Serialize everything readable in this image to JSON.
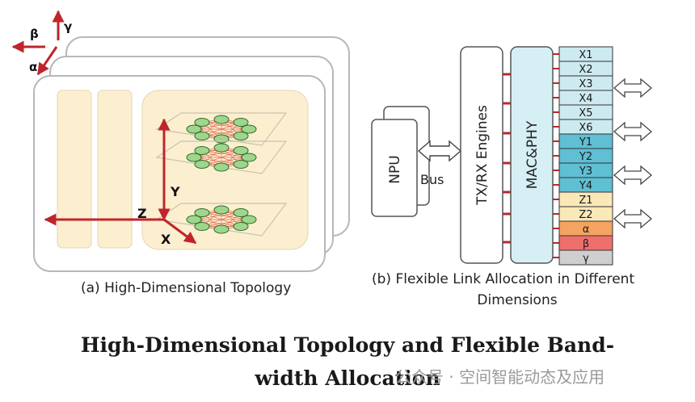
{
  "topology": {
    "corner_axes": {
      "beta": "β",
      "gamma": "γ",
      "alpha": "α"
    },
    "axes": {
      "y": "Y",
      "z": "Z",
      "x": "X"
    },
    "caption": "(a) High-Dimensional Topology"
  },
  "link_alloc": {
    "npu": "NPU",
    "bus": "Bus",
    "engines": "TX/RX Engines",
    "mac": "MAC&PHY",
    "caption_line1": "(b) Flexible Link Allocation in Different",
    "caption_line2": "Dimensions",
    "cells": [
      {
        "label": "X1",
        "color": "#cdeaf0"
      },
      {
        "label": "X2",
        "color": "#cdeaf0"
      },
      {
        "label": "X3",
        "color": "#cdeaf0"
      },
      {
        "label": "X4",
        "color": "#cdeaf0"
      },
      {
        "label": "X5",
        "color": "#cdeaf0"
      },
      {
        "label": "X6",
        "color": "#cdeaf0"
      },
      {
        "label": "Y1",
        "color": "#5fbfd3"
      },
      {
        "label": "Y2",
        "color": "#5fbfd3"
      },
      {
        "label": "Y3",
        "color": "#5fbfd3"
      },
      {
        "label": "Y4",
        "color": "#5fbfd3"
      },
      {
        "label": "Z1",
        "color": "#fbe8b8"
      },
      {
        "label": "Z2",
        "color": "#fbe8b8"
      },
      {
        "label": "α",
        "color": "#f4a460"
      },
      {
        "label": "β",
        "color": "#ef6f6c"
      },
      {
        "label": "γ",
        "color": "#cfcfcf"
      }
    ]
  },
  "title": {
    "line1": "High-Dimensional Topology and Flexible Band-",
    "line2": "width Allocation"
  },
  "watermark": "公众号 · 空间智能动态及应用"
}
